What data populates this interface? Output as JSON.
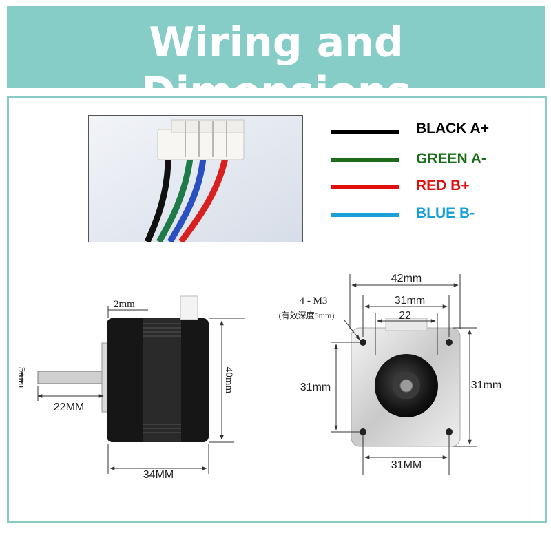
{
  "header": {
    "title": "Wiring and Dimensions"
  },
  "wiring_legend": [
    {
      "label": "BLACK A+",
      "color": "#000000"
    },
    {
      "label": "GREEN A-",
      "color": "#1a6e1a"
    },
    {
      "label": "RED B+",
      "color": "#e01010"
    },
    {
      "label": "BLUE B-",
      "color": "#1aa0d8"
    }
  ],
  "side_view": {
    "flange_label": "2mm",
    "shaft_diameter_label": "5mm",
    "shaft_length_label": "22MM",
    "height_label": "40mm",
    "body_length_label": "34MM"
  },
  "front_view": {
    "width_label": "42mm",
    "hole_spacing_top_label": "31mm",
    "boss_label": "22",
    "screw_label": "4 - M3",
    "screw_note": "(有效深度5mm)",
    "hole_spacing_left_label": "31mm",
    "hole_spacing_right_label": "31mm",
    "hole_spacing_bottom_label": "31MM"
  }
}
